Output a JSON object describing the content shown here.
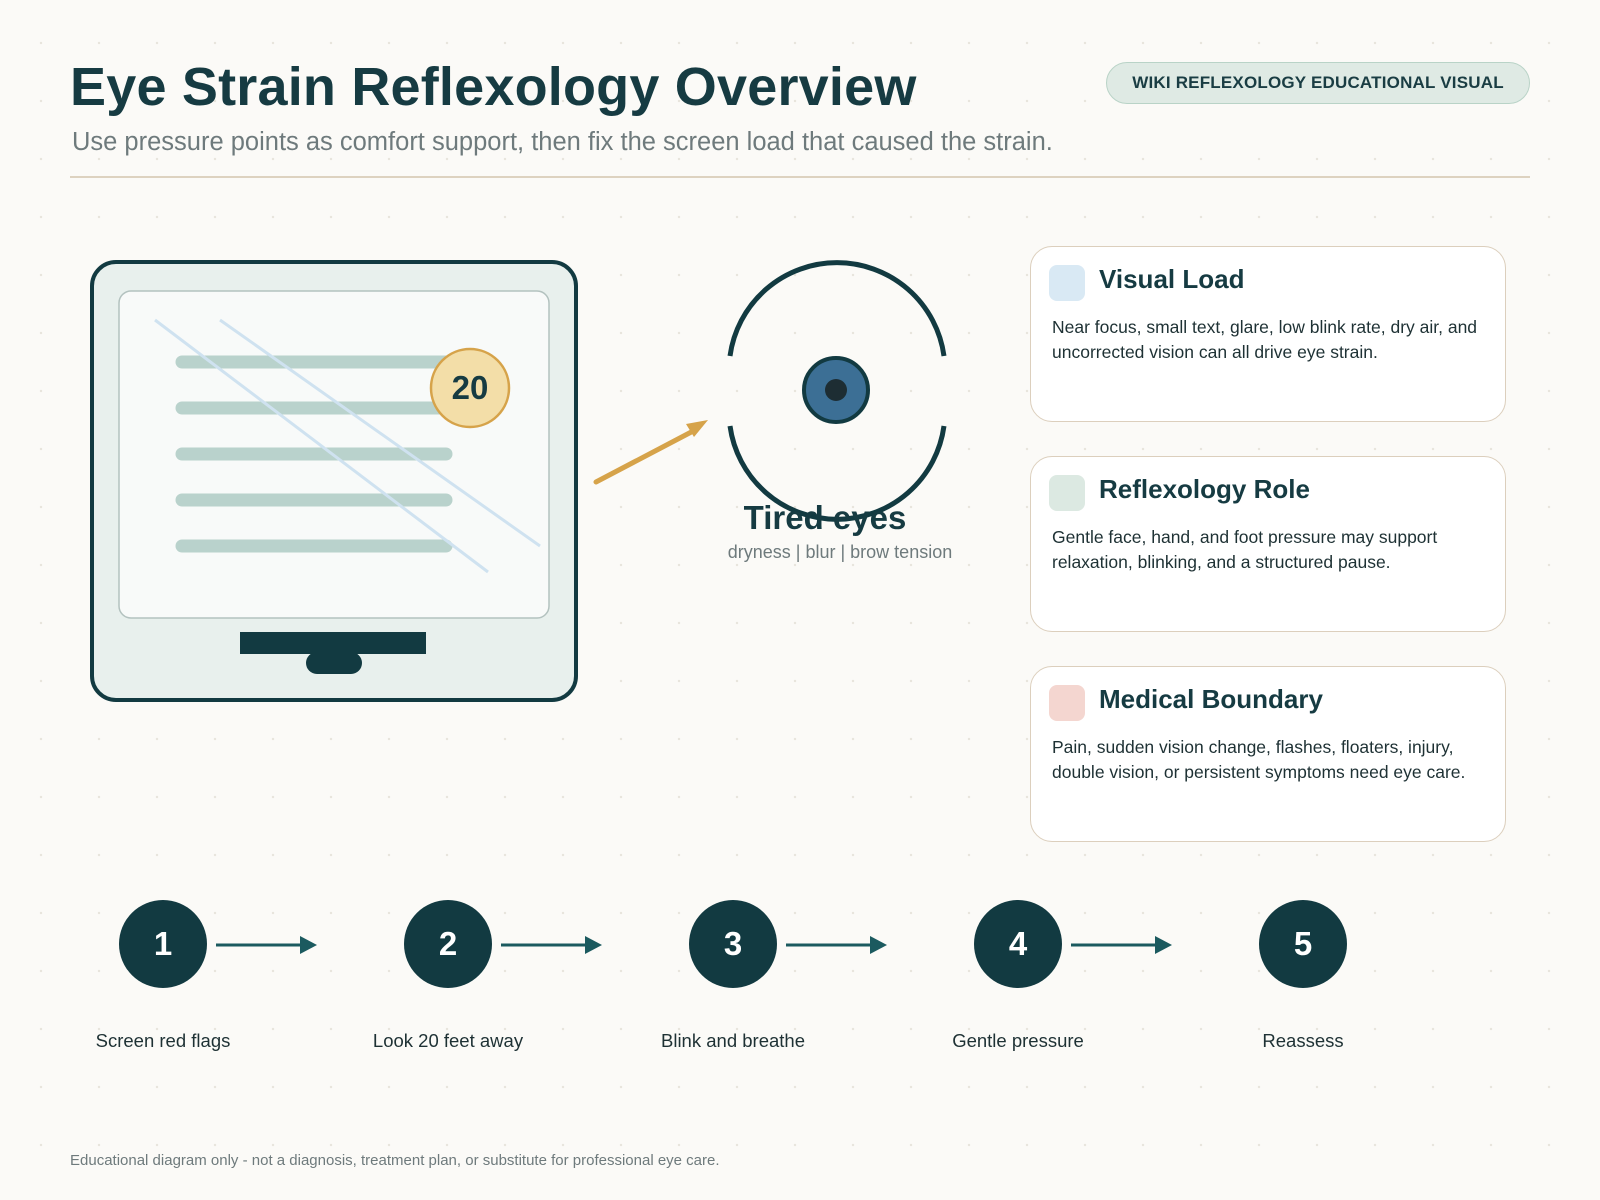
{
  "header": {
    "title": "Eye Strain Reflexology Overview",
    "subtitle": "Use pressure points as comfort support, then fix the screen load that caused the strain.",
    "tag": "WIKI REFLEXOLOGY EDUCATIONAL VISUAL"
  },
  "monitor": {
    "badge": "20"
  },
  "eye": {
    "title": "Tired eyes",
    "subtitle": "dryness | blur | brow tension"
  },
  "cards": [
    {
      "title": "Visual Load",
      "text": "Near focus, small text, glare, low blink rate, dry air, and uncorrected vision can all drive eye strain.",
      "swatch_color": "#d9e9f4"
    },
    {
      "title": "Reflexology Role",
      "text": "Gentle face, hand, and foot pressure may support relaxation, blinking, and a structured pause.",
      "swatch_color": "#dce9e2"
    },
    {
      "title": "Medical Boundary",
      "text": "Pain, sudden vision change, flashes, floaters, injury, double vision, or persistent symptoms need eye care.",
      "swatch_color": "#f4d6d0"
    }
  ],
  "steps": [
    {
      "number": "1",
      "label": "Screen red flags"
    },
    {
      "number": "2",
      "label": "Look 20 feet away"
    },
    {
      "number": "3",
      "label": "Blink and breathe"
    },
    {
      "number": "4",
      "label": "Gentle pressure"
    },
    {
      "number": "5",
      "label": "Reassess"
    }
  ],
  "footer": {
    "note": "Educational diagram only - not a diagnosis, treatment plan, or substitute for professional eye care."
  },
  "colors": {
    "primary_dark": "#123a41",
    "accent_gold": "#d6a34a",
    "badge_fill": "#f3dea8",
    "iris_blue": "#3c6f95",
    "text_lines": "#b9d2cc"
  }
}
